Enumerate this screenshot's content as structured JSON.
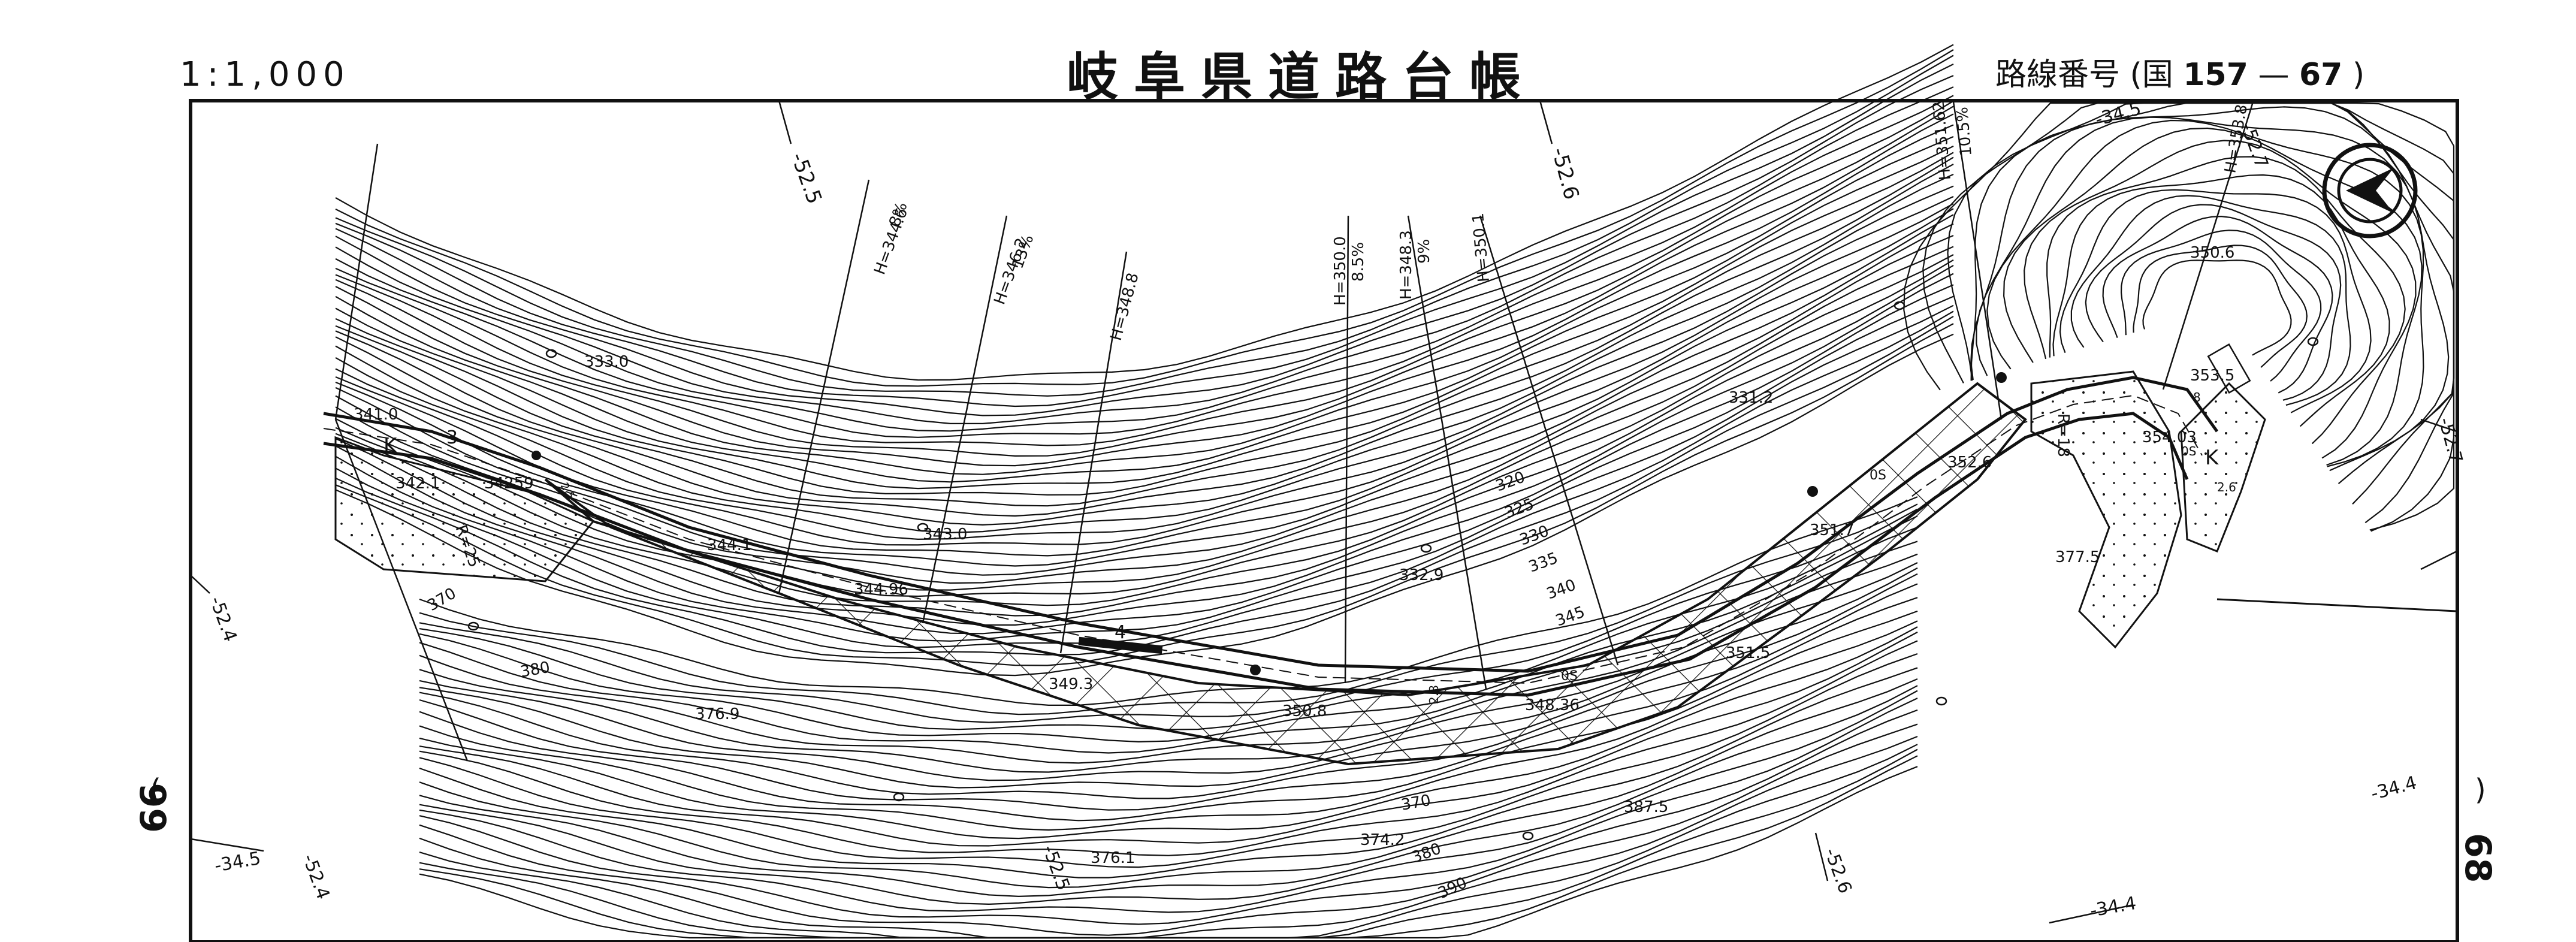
{
  "header": {
    "scale": "1:1,000",
    "title": "岐阜県道路台帳",
    "route_prefix": "路線番号 (国",
    "route_main": "157",
    "route_dash": "—",
    "route_sub": "67",
    "route_suffix": ")"
  },
  "sheet_left": "66",
  "sheet_right": "68",
  "paren_open": "(",
  "paren_close": ")",
  "colors": {
    "ink": "#111111",
    "paper": "#ffffff"
  },
  "labels": {
    "spot_333_0": "333.0",
    "spot_341_0": "341.0",
    "spot_342_1": "342.1",
    "spot_342_59": "34259",
    "curve_r25": "R=25",
    "spot_343_0": "343.0",
    "spot_344_1": "344.1",
    "spot_344_96": "344.96",
    "spot_349_3": "349.3",
    "spot_350_8": "350.8",
    "spot_348_36": "348.36",
    "spot_351_5": "351.5",
    "spot_351_7": "351.7",
    "spot_352_6": "352.6",
    "spot_353_5": "353.5",
    "spot_354_03": "354.03",
    "spot_350_6": "350.6",
    "spot_331_2": "331.2",
    "spot_332_9": "332.9",
    "spot_377_5": "377.5",
    "spot_376_9": "376.9",
    "spot_376_1": "376.1",
    "spot_374_2": "374.2",
    "spot_387_5": "387.5",
    "curve_r18": "R=18",
    "k_left": "K",
    "k_right": "K",
    "num_3": "3",
    "num_4": "4",
    "num_8": "8",
    "h_344_6": "H=344.6",
    "pct_8": "8%",
    "h_346_2": "H=346.2",
    "pct_13": "13%",
    "h_348_8": "H=348.8",
    "h_350_0": "H=350.0",
    "pct_8_5": "8.5%",
    "h_348_3": "H=348.3",
    "pct_9": "9%",
    "h_350_1": "H=350.1",
    "h_351_62": "H=351.62",
    "pct_10_5": "10.5%",
    "h_353_8": "H=353.8",
    "contour_320": "320",
    "contour_325": "325",
    "contour_330": "330",
    "contour_335": "335",
    "contour_340": "340",
    "contour_345": "345",
    "contour_370a": "370",
    "contour_380a": "380",
    "contour_370b": "370",
    "contour_380b": "380",
    "contour_390": "390",
    "grid_52_5": "-52.5",
    "grid_52_6a": "-52.6",
    "grid_52_7a": "-52.7",
    "grid_34_5a": "-34.5",
    "grid_52_4a": "-52.4",
    "grid_34_5b": "-34.5",
    "grid_52_4b": "-52.4",
    "grid_52_5b": "-52.5",
    "grid_52_6b": "-52.6",
    "grid_34_4a": "-34.4",
    "grid_34_4b": "-34.4",
    "grid_52_7b": "-52.7",
    "os_1": "0S",
    "os_2": "0S",
    "os_3": "0S",
    "dim_2_8": "2.8",
    "dim_2_6": "2.6",
    "dim_2_5": "2.5"
  }
}
